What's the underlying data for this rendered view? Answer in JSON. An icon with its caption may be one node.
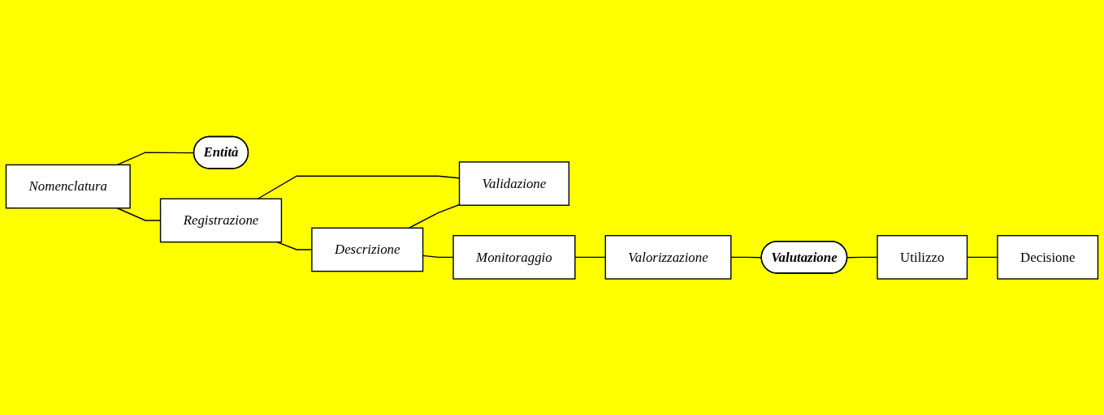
{
  "diagram": {
    "nodes": [
      {
        "text": [
          "Nomenclatura"
        ]
      },
      {
        "text": [
          "Entità"
        ]
      },
      {
        "text": [
          "Registrazione"
        ]
      },
      {
        "text": [
          "Descrizione"
        ]
      },
      {
        "text": [
          "Validazione"
        ]
      },
      {
        "text": [
          "Monitoraggio"
        ]
      },
      {
        "text": [
          "Valutazione"
        ]
      },
      {
        "text": [
          "Valorizzazione"
        ]
      },
      {
        "text": [
          "Decisione"
        ]
      },
      {
        "text": [
          "Utilizzo"
        ]
      }
    ],
    "edges": [
      {
        "from": 0,
        "to": 1,
        "arrow": "none"
      },
      {
        "from": 0,
        "to": 2,
        "arrow": "none"
      },
      {
        "from": 2,
        "to": 3,
        "arrow": "none"
      },
      {
        "from": 2,
        "to": 4,
        "arrow": "none"
      },
      {
        "from": 3,
        "to": 4,
        "arrow": "none"
      },
      {
        "from": 3,
        "to": 5,
        "arrow": "none"
      },
      {
        "from": 5,
        "to": 7,
        "arrow": "none"
      },
      {
        "from": 7,
        "to": 6,
        "arrow": "none"
      },
      {
        "from": 6,
        "to": 9,
        "arrow": "none"
      },
      {
        "from": 9,
        "to": 8,
        "arrow": "none"
      }
    ]
  }
}
